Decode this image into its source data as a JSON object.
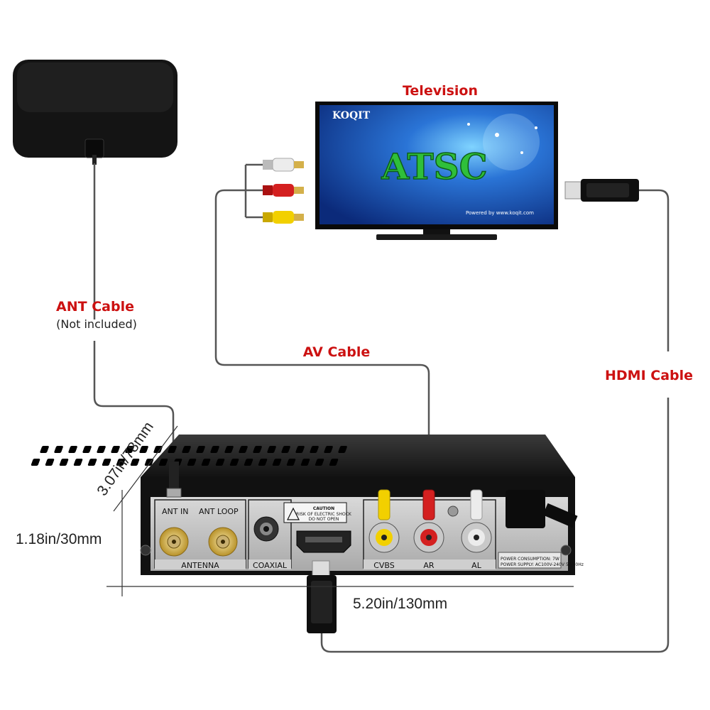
{
  "labels": {
    "television": "Television",
    "ant_cable": "ANT Cable",
    "ant_cable_note": "(Not included)",
    "av_cable": "AV Cable",
    "hdmi_cable": "HDMI Cable"
  },
  "dimensions": {
    "depth": "3.07in/78mm",
    "height": "1.18in/30mm",
    "width": "5.20in/130mm"
  },
  "tv_screen": {
    "brand": "KOQIT",
    "headline": "ATSC",
    "footer": "Powered by www.koqit.com"
  },
  "panel": {
    "ant_in": "ANT IN",
    "ant_loop": "ANT LOOP",
    "antenna": "ANTENNA",
    "coaxial": "COAXIAL",
    "caution_title": "CAUTION",
    "caution_line1": "RISK OF ELECTRIC SHOCK",
    "caution_line2": "DO NOT OPEN",
    "cvbs": "CVBS",
    "ar": "AR",
    "al": "AL",
    "power_line1": "POWER CONSUMPTION: 7W",
    "power_line2": "POWER SUPPLY: AC100V-240V 50/60Hz"
  },
  "colors": {
    "label_red": "#cc1111",
    "rca_white": "#e8e8e8",
    "rca_red": "#d42020",
    "rca_yellow": "#f2d000",
    "screen_blue": "#1a4fb8",
    "atsc_green": "#2fbf3a"
  }
}
